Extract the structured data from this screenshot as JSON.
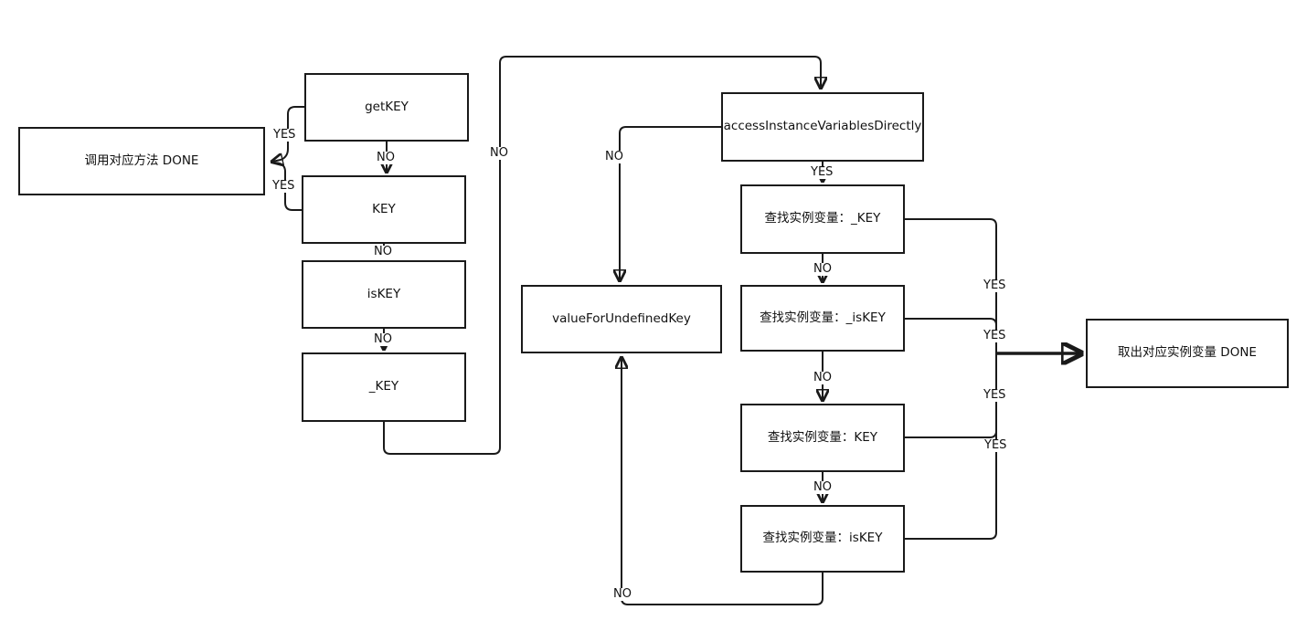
{
  "diagram": {
    "nodes": {
      "getkey": "getKEY",
      "key": "KEY",
      "iskey": "isKEY",
      "underscore_key": "_KEY",
      "call_method_done": "调用对应方法 DONE",
      "access_instance_variables_directly": "accessInstanceVariablesDirectly",
      "find_ivar_underscore_key": "查找实例变量：_KEY",
      "find_ivar_underscore_iskey": "查找实例变量：_isKEY",
      "find_ivar_key": "查找实例变量：KEY",
      "find_ivar_iskey": "查找实例变量：isKEY",
      "value_for_undefined_key": "valueForUndefinedKey",
      "fetch_ivar_done": "取出对应实例变量 DONE"
    },
    "edge_labels": {
      "getkey_yes": "YES",
      "getkey_no": "NO",
      "key_yes": "YES",
      "key_no": "NO",
      "iskey_no": "NO",
      "underscore_key_no": "NO",
      "access_no": "NO",
      "access_yes": "YES",
      "find_underscore_key_no": "NO",
      "find_underscore_key_yes": "YES",
      "find_underscore_iskey_no": "NO",
      "find_underscore_iskey_yes": "YES",
      "find_key_no": "NO",
      "find_key_yes": "YES",
      "find_iskey_no": "NO",
      "find_iskey_yes": "YES"
    },
    "colors": {
      "line": "#1a1a1a",
      "box_border": "#1a1a1a",
      "box_background": "#ffffff",
      "page_background": "#ffffff",
      "text": "#111111"
    }
  }
}
